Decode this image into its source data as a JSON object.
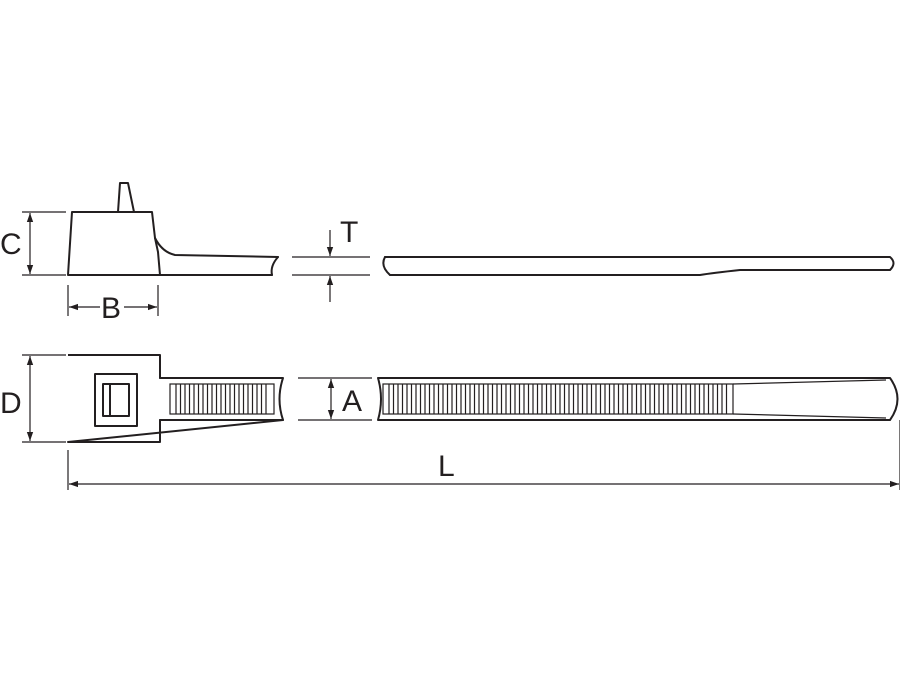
{
  "colors": {
    "line": "#231f20",
    "background": "#ffffff"
  },
  "dimensions": {
    "A": "A",
    "B": "B",
    "C": "C",
    "D": "D",
    "L": "L",
    "T": "T"
  }
}
